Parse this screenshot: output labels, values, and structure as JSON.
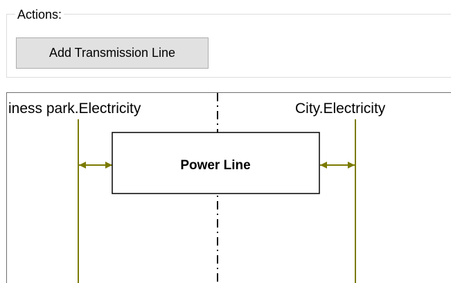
{
  "actions": {
    "group_label": "Actions:",
    "add_button_label": "Add Transmission Line"
  },
  "diagram": {
    "left_lifeline_label": "iness park.Electricity",
    "right_lifeline_label": "City.Electricity",
    "component_label": "Power Line"
  },
  "colors": {
    "connector": "#7a7a00",
    "border": "#000000",
    "group_border": "#dcdcdc",
    "button_bg": "#e1e1e1"
  }
}
